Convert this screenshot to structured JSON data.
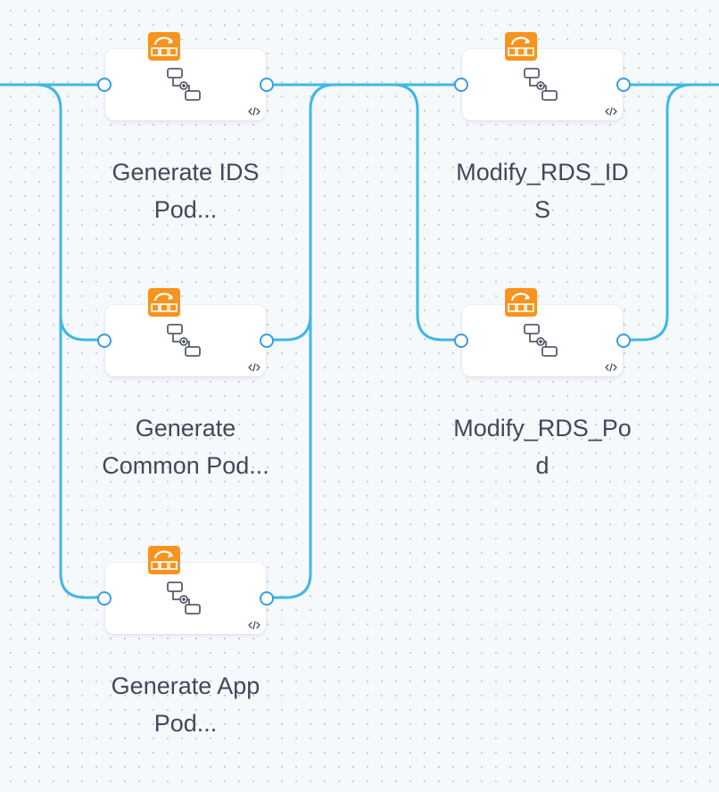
{
  "pipeline": {
    "steps": [
      {
        "label": "Generate IDS\nPod...",
        "status": "icon-run-step",
        "code_icon": "code-icon"
      },
      {
        "label": "Generate\nCommon Pod...",
        "status": "icon-run-step",
        "code_icon": "code-icon"
      },
      {
        "label": "Generate App\nPod...",
        "status": "icon-run-step",
        "code_icon": "code-icon"
      },
      {
        "label": "Modify_RDS_IDS",
        "status": "icon-run-step",
        "code_icon": "code-icon"
      },
      {
        "label": "Modify_RDS_Po\nd",
        "status": "icon-run-step",
        "code_icon": "code-icon"
      }
    ]
  },
  "colors": {
    "connector": "#3fb8e6",
    "port_border": "#3a9be0",
    "badge": "#f7941d",
    "label_text": "#44475a",
    "canvas_bg": "#f6f9fc"
  }
}
